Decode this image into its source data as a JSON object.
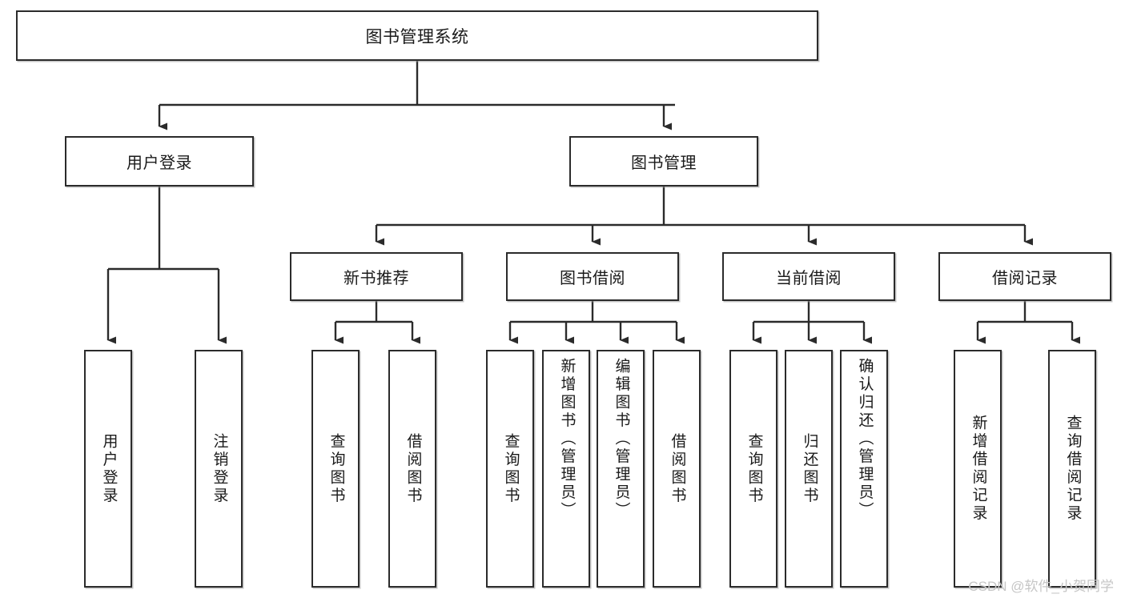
{
  "diagram": {
    "type": "tree-hierarchy",
    "title_node": {
      "label": "图书管理系统"
    },
    "level2": [
      {
        "label": "用户登录"
      },
      {
        "label": "图书管理"
      }
    ],
    "level3": [
      {
        "label": "新书推荐"
      },
      {
        "label": "图书借阅"
      },
      {
        "label": "当前借阅"
      },
      {
        "label": "借阅记录"
      }
    ],
    "leaves": {
      "user_login": [
        {
          "label": "用户登录"
        },
        {
          "label": "注销登录"
        }
      ],
      "new_book_recommend": [
        {
          "label": "查询图书"
        },
        {
          "label": "借阅图书"
        }
      ],
      "book_borrow": [
        {
          "label": "查询图书"
        },
        {
          "label": "新增图书（管理员）"
        },
        {
          "label": "编辑图书（管理员）"
        },
        {
          "label": "借阅图书"
        }
      ],
      "current_borrow": [
        {
          "label": "查询图书"
        },
        {
          "label": "归还图书"
        },
        {
          "label": "确认归还（管理员）"
        }
      ],
      "borrow_record": [
        {
          "label": "新增借阅记录"
        },
        {
          "label": "查询借阅记录"
        }
      ]
    }
  },
  "watermark": {
    "text": "CSDN @软件_小贺同学"
  },
  "colors": {
    "box_border": "#2b2b2b",
    "connector": "#2b2b2b",
    "background": "#ffffff",
    "text": "#1a1a1a",
    "watermark": "#c6c6c6"
  }
}
